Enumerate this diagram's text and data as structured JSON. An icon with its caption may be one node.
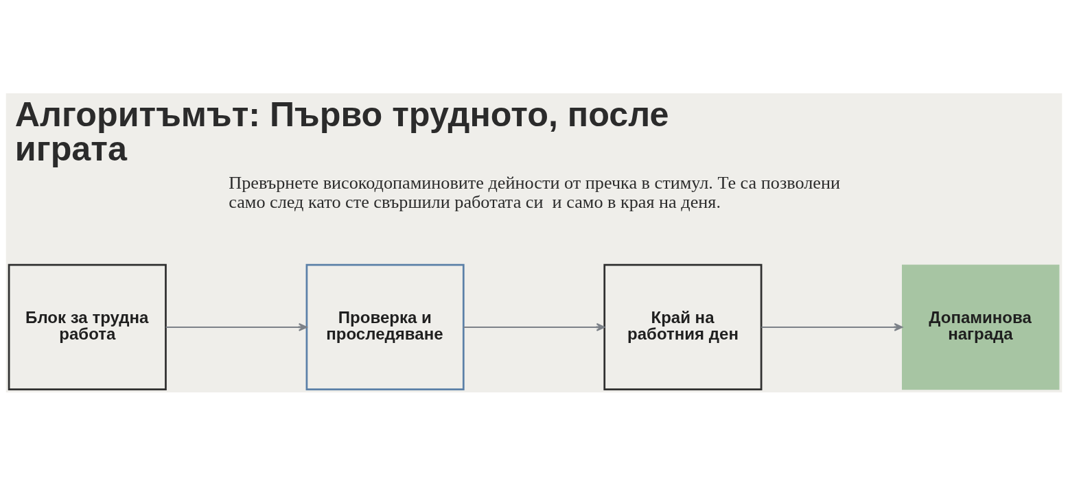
{
  "diagram": {
    "title": "Алгоритъмът: Първо трудното, после играта",
    "nodes": [
      {
        "text": [
          "Блок за трудна работа"
        ]
      },
      {
        "text": [
          "Проверка и проследяване"
        ]
      },
      {
        "text": [
          "Край на работния ден"
        ]
      },
      {
        "text": [
          "Допаминова награда"
        ]
      }
    ],
    "edges": [
      {
        "from": 0,
        "to": 1,
        "arrow": "to"
      },
      {
        "from": 1,
        "to": 2,
        "arrow": "to"
      },
      {
        "from": 2,
        "to": 3,
        "arrow": "to"
      }
    ],
    "labels": [
      "Превърнете високодопаминовите дейности от пречка в стимул. Те са позволени само след като сте свършили работата си  и само в края на деня."
    ]
  }
}
